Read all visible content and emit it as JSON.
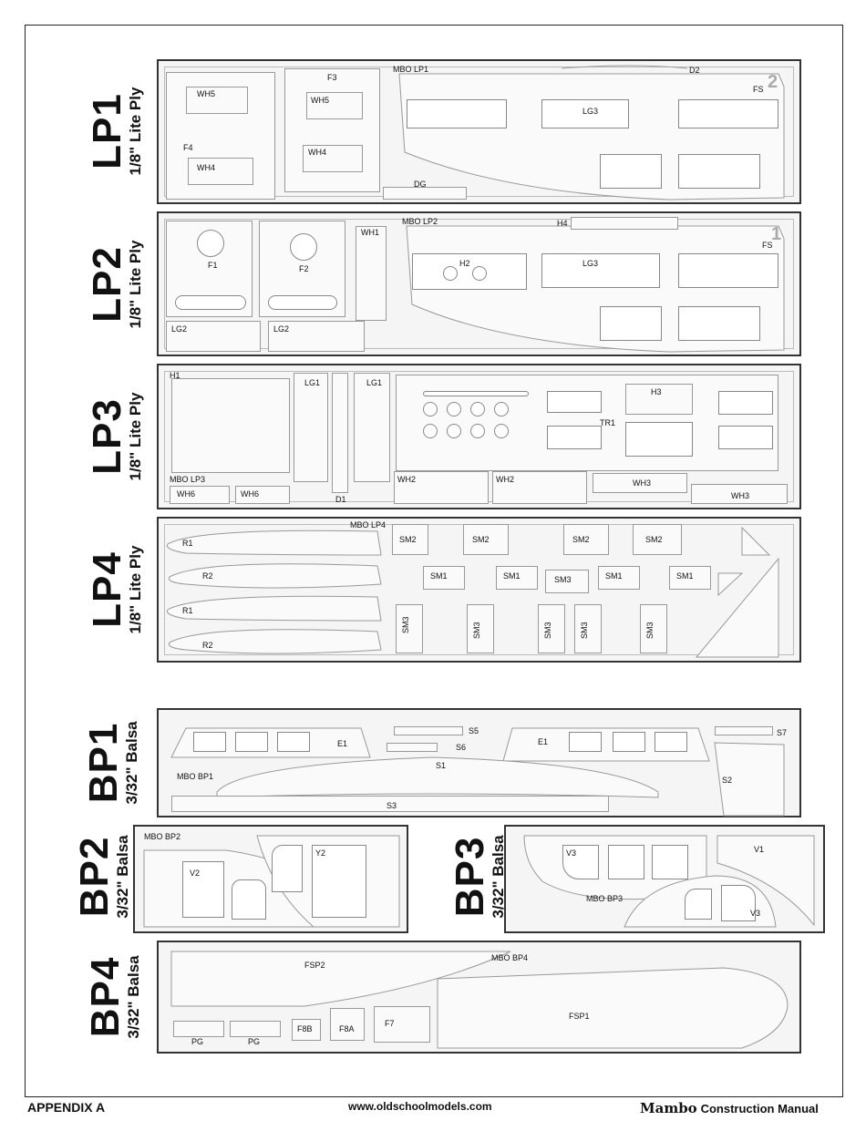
{
  "sheets": [
    {
      "id": "LP1",
      "name": "LP1",
      "material": "1/8\" Lite Ply",
      "mbo": "MBO LP1",
      "labels": [
        "WH5",
        "WH5",
        "F3",
        "F4",
        "WH4",
        "WH4",
        "DG",
        "LG3",
        "D2",
        "FS",
        "2"
      ]
    },
    {
      "id": "LP2",
      "name": "LP2",
      "material": "1/8\" Lite Ply",
      "mbo": "MBO LP2",
      "labels": [
        "F1",
        "F2",
        "WH1",
        "H2",
        "H4",
        "LG3",
        "FS",
        "1",
        "LG2",
        "LG2"
      ]
    },
    {
      "id": "LP3",
      "name": "LP3",
      "material": "1/8\" Lite Ply",
      "mbo": "MBO LP3",
      "labels": [
        "H1",
        "LG1",
        "LG1",
        "H3",
        "TR1",
        "WH6",
        "WH6",
        "D1",
        "WH2",
        "WH2",
        "WH3",
        "WH3"
      ]
    },
    {
      "id": "LP4",
      "name": "LP4",
      "material": "1/8\" Lite Ply",
      "mbo": "MBO LP4",
      "labels": [
        "R1",
        "R2",
        "R1",
        "R2",
        "SM2",
        "SM2",
        "SM2",
        "SM2",
        "SM1",
        "SM1",
        "SM3",
        "SM1",
        "SM1",
        "SM3",
        "SM3",
        "SM3",
        "SM3",
        "SM3"
      ]
    },
    {
      "id": "BP1",
      "name": "BP1",
      "material": "3/32\" Balsa",
      "mbo": "MBO BP1",
      "labels": [
        "E1",
        "S5",
        "S6",
        "E1",
        "S7",
        "S1",
        "S2",
        "S3"
      ]
    },
    {
      "id": "BP2",
      "name": "BP2",
      "material": "3/32\" Balsa",
      "mbo": "MBO BP2",
      "labels": [
        "Y2",
        "V2"
      ]
    },
    {
      "id": "BP3",
      "name": "BP3",
      "material": "3/32\" Balsa",
      "mbo": "MBO BP3",
      "labels": [
        "V3",
        "V1",
        "V3"
      ]
    },
    {
      "id": "BP4",
      "name": "BP4",
      "material": "3/32\" Balsa",
      "mbo": "MBO BP4",
      "labels": [
        "FSP2",
        "FSP1",
        "PG",
        "PG",
        "F8B",
        "F8A",
        "F7"
      ]
    }
  ],
  "footer": {
    "left": "APPENDIX A",
    "center": "www.oldschoolmodels.com",
    "right_logo": "Mambo",
    "right": "Construction Manual"
  },
  "colors": {
    "ink": "#111111",
    "sheet_bg": "#f5f5f5",
    "cut_line": "#999999"
  }
}
